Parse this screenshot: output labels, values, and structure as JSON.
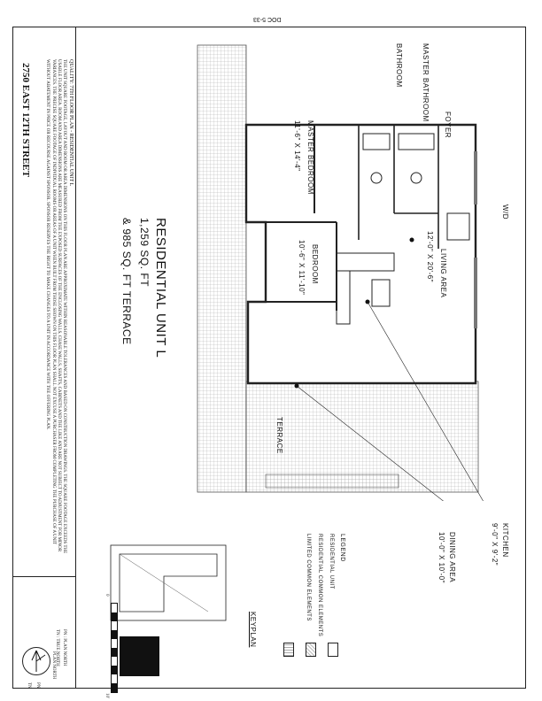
{
  "doc_number": "DOC 5-33",
  "title": {
    "address": "2750 EAST 12TH STREET",
    "unit_name": "RESIDENTIAL UNIT L",
    "area_line1": "1,259 SQ. FT",
    "area_line2": "& 985 SQ. FT TERRACE",
    "quality": "QUALITY: 7TH FLOOR PLAN - RESIDENTIAL UNIT L",
    "disclaimer": "THE UNIT SQUARE FOOTAGE, LAYOUT AND ROOM OR AREA DIMENSIONS ON THIS FLOOR PLAN ARE APPROXIMATE WITHIN REASONABLE TOLERANCES AND BASED ON CONSTRUCTION DRAWINGS. THE SQUARE FOOTAGE EXCEEDS THE USABLE FLOOR AREA. ROOM AND AREA DIMENSIONS ARE MEASURED FROM THE EXPOSED SURFACES OF THE ENCLOSING WALLS, CHASE WALLS, SHAFTS, CABINETS AND THE LIKE AND ARE NOT SUBJECT TO ADJUSTMENT FOR MINOR VARIANCES. THE PRECISE SQUARE FOOTAGE OF INDIVIDUAL ROOMS OR AREAS OF A UNIT WHEN BUILT FROM THOSE SHOWN ON THIS FLOOR PLAN SHALL NOT EXCUSE A PURCHASER FROM COMPLETING THE PURCHASE OF A UNIT WITHOUT ABATEMENT IN PRICE OR RECOURSE AGAINST SPONSOR. SPONSOR RESERVES THE RIGHT TO MAKE CHANGES TO A UNIT IN ACCORDANCE WITH THE OFFERING PLAN."
  },
  "rooms": {
    "master_bathroom": "MASTER BATHROOM",
    "bathroom": "BATHROOM",
    "foyer": "FOYER",
    "master_bedroom": "MASTER BEDROOM",
    "master_bedroom_dim": "11'-6\" X 14'-4\"",
    "bedroom": "BEDROOM",
    "bedroom_dim": "10'-6\" X 11'-10\"",
    "living_area": "LIVING AREA",
    "living_area_dim": "12'-0\" X 20'-6\"",
    "wd": "W/D",
    "terrace": "TERRACE",
    "kitchen": "KITCHEN",
    "kitchen_dim": "9'-0\" X 9'-2\"",
    "dining_area": "DINING AREA",
    "dining_area_dim": "10'-0\" X 10'-0\""
  },
  "legend": {
    "heading": "LEGEND",
    "items": [
      "RESIDENTIAL UNIT",
      "RESIDENTIAL COMMON ELEMENTS",
      "LIMITED COMMON ELEMENTS"
    ]
  },
  "keyplan": {
    "heading": "KEYPLAN",
    "pn": "PN : PLAN NORTH",
    "tn": "TN : TRUE NORTH",
    "plan_north": "PLAN NORTH",
    "tn_label": "TN",
    "pn_label": "PN",
    "scale_zero": "0",
    "scale_end": "10'"
  }
}
